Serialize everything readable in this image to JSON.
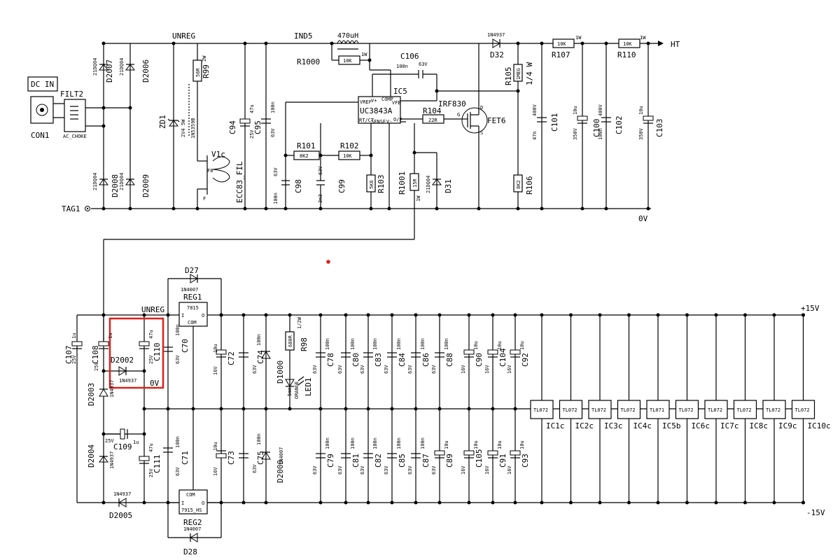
{
  "nets": {
    "unreg_top": "UNREG",
    "ind5": "IND5",
    "ht": "HT",
    "zero_v_top": "0V",
    "unreg_bottom": "UNREG",
    "plus15": "+15V",
    "minus15": "-15V",
    "zero_v_box": "0V"
  },
  "input": {
    "dc_in": "DC IN",
    "con1": "CON1",
    "filt2": "FILT2",
    "ac_choke": "AC_CHOKE",
    "tag1": "TAG1"
  },
  "bridge": {
    "d2006": "D2006",
    "d2007": "D2007",
    "d2008": "D2008",
    "d2009": "D2009",
    "part_top_left": "21DQ04",
    "part_top_right": "21DQ04",
    "part_bot_left": "21DQ04",
    "part_bot_right": "21DQ04"
  },
  "hv": {
    "r99": "R99",
    "r99_val": "56R",
    "r99_pw": "2W",
    "zd1": "ZD1",
    "zd1_val": "2V4 5W",
    "zd1_part": "1N5359B",
    "v1c": "V1c",
    "v1c_pin_a": "F8",
    "v1c_pin_b": "F",
    "v1c_part": "ECC83_FIL",
    "c94": "C94",
    "c94_val": "47u",
    "c94_v": "25V",
    "c95": "C95",
    "c95_val": "100n",
    "c95_v": "63V",
    "l_val": "470uH",
    "r1000": "R1000",
    "r1000_val": "10K",
    "r1000_pw": "1W",
    "c106": "C106",
    "c106_val": "100n",
    "c106_v": "63V",
    "ic5": "IC5",
    "ic5_part": "UC3843A",
    "pin_vref": "VREF",
    "pin_comp": "COMP",
    "pin_vfb": "VFB",
    "pin_vcc": "V+",
    "pin_rtct": "RT/CT",
    "pin_sense": "SENSE",
    "pin_gnd": "V-",
    "pin_out": "O/P",
    "r104": "R104",
    "r104_val": "22R",
    "fet6": "FET6",
    "fet6_part": "IRF830",
    "pin_g": "G",
    "pin_d": "D",
    "pin_s": "S",
    "r101": "R101",
    "r101_val": "8K2",
    "r102": "R102",
    "r102_val": "10K",
    "c98": "C98",
    "c98_val": "100n",
    "c98_v": "63V",
    "c99": "C99",
    "c99_val": "3n3",
    "c99_v": "63V",
    "r103": "R103",
    "r103_val": "5K6",
    "r1001": "R1001",
    "r1001_val": "15R",
    "r1001_pw": "1W",
    "d31": "D31",
    "d31_part": "21DQ04",
    "d32": "D32",
    "d32_part": "1N4937",
    "r105": "R105",
    "r105_val": "1MEG",
    "r105_pw": "1/4 W",
    "r106": "R106",
    "r106_val": "8K2",
    "r107": "R107",
    "r107_val": "10K",
    "r107_pw": "1W",
    "r110": "R110",
    "r110_val": "10K",
    "r110_pw": "1W",
    "c101": "C101",
    "c101_val": "47n",
    "c101_v": "400V",
    "c100": "C100",
    "c100_val": "10u",
    "c100_v": "350V",
    "c102": "C102",
    "c102_val": "100n",
    "c102_v": "400V",
    "c103": "C103",
    "c103_val": "10u",
    "c103_v": "350V"
  },
  "lv": {
    "d27": "D27",
    "d27_part": "1N4007",
    "reg1": "REG1",
    "reg1_part": "7815",
    "reg_i": "I",
    "reg_o": "O",
    "reg_com": "COM",
    "reg2": "REG2",
    "reg2_part": "7915_HS",
    "d28": "D28",
    "d28_part": "1N4007",
    "c107": "C107",
    "c107_val": "1u",
    "c107_v": "25V",
    "c108": "C108",
    "c108_val": "1u",
    "c108_v": "25V",
    "c110": "C110",
    "c110_val": "47u",
    "c110_v": "25V",
    "d2002": "D2002",
    "d2002_part": "1N4937",
    "d2003": "D2003",
    "d2003_part": "1N4937",
    "d2004": "D2004",
    "d2004_part": "1N4937",
    "d2005": "D2005",
    "d2005_part": "1N4937",
    "c109": "C109",
    "c109_val": "1u",
    "c109_v": "25V",
    "c111": "C111",
    "c111_val": "47u",
    "c111_v": "25V",
    "c70": "C70",
    "c70_val": "100n",
    "c70_v": "63V",
    "c71": "C71",
    "c71_val": "100n",
    "c71_v": "63V",
    "c72": "C72",
    "c72_val": "10u",
    "c72_v": "16V",
    "c73": "C73",
    "c73_val": "10u",
    "c73_v": "16V",
    "c74": "C74",
    "c74_val": "100n",
    "c74_v": "63V",
    "c75": "C75",
    "c75_val": "100n",
    "c75_v": "63V",
    "d1000": "D1000",
    "d1000_part": "1N4007",
    "d2000": "D2000",
    "d2000_part": "1N4007",
    "r98": "R98",
    "r98_val": "680R",
    "r98_pw": "1/2W",
    "led1": "LED1",
    "led1_val": "5mm",
    "led1_col": "ORANGE",
    "caps_top": [
      {
        "name": "C78",
        "val": "100n",
        "v": "63V"
      },
      {
        "name": "C80",
        "val": "100n",
        "v": "63V"
      },
      {
        "name": "C83",
        "val": "100n",
        "v": "63V"
      },
      {
        "name": "C84",
        "val": "100n",
        "v": "63V"
      },
      {
        "name": "C86",
        "val": "100n",
        "v": "63V"
      },
      {
        "name": "C88",
        "val": "100n",
        "v": "63V"
      },
      {
        "name": "C90",
        "val": "10u",
        "v": "16V"
      },
      {
        "name": "C104",
        "val": "10u",
        "v": "16V"
      },
      {
        "name": "C92",
        "val": "10u",
        "v": "16V"
      }
    ],
    "caps_bot": [
      {
        "name": "C79",
        "val": "100n",
        "v": "63V"
      },
      {
        "name": "C81",
        "val": "100n",
        "v": "63V"
      },
      {
        "name": "C82",
        "val": "100n",
        "v": "63V"
      },
      {
        "name": "C85",
        "val": "100n",
        "v": "63V"
      },
      {
        "name": "C87",
        "val": "100n",
        "v": "63V"
      },
      {
        "name": "C89",
        "val": "10u",
        "v": "63V"
      },
      {
        "name": "C105",
        "val": "10u",
        "v": "16V"
      },
      {
        "name": "C91",
        "val": "10u",
        "v": "16V"
      },
      {
        "name": "C93",
        "val": "10u",
        "v": "16V"
      }
    ],
    "ics": [
      {
        "name": "IC1c",
        "part": "TL072"
      },
      {
        "name": "IC2c",
        "part": "TL072"
      },
      {
        "name": "IC3c",
        "part": "TL072"
      },
      {
        "name": "IC4c",
        "part": "TL072"
      },
      {
        "name": "IC5b",
        "part": "TL071"
      },
      {
        "name": "IC6c",
        "part": "TL072"
      },
      {
        "name": "IC7c",
        "part": "TL072"
      },
      {
        "name": "IC8c",
        "part": "TL072"
      },
      {
        "name": "IC9c",
        "part": "TL072"
      },
      {
        "name": "IC10c",
        "part": "TL072"
      }
    ]
  },
  "colors": {
    "wire": "#000000",
    "highlight": "#e0201c",
    "background": "#ffffff"
  }
}
